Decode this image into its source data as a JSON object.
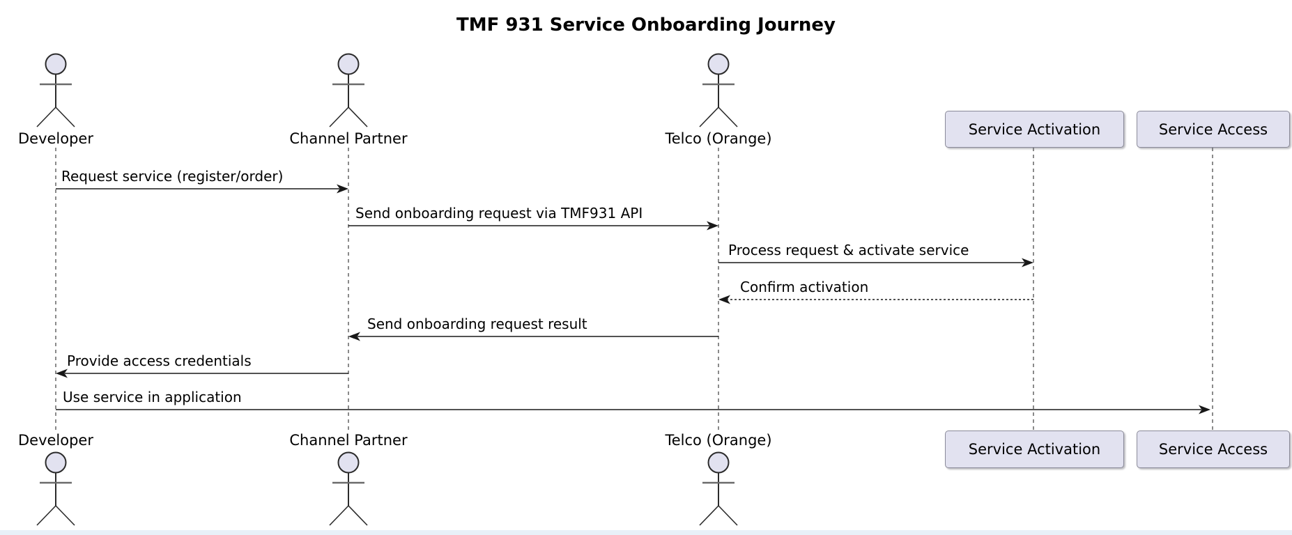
{
  "title": "TMF 931 Service Onboarding Journey",
  "diagram_type": "sequence",
  "actors": [
    {
      "name": "Developer",
      "kind": "actor"
    },
    {
      "name": "Channel Partner",
      "kind": "actor"
    },
    {
      "name": "Telco (Orange)",
      "kind": "actor"
    },
    {
      "name": "Service Activation",
      "kind": "participant"
    },
    {
      "name": "Service Access",
      "kind": "participant"
    }
  ],
  "messages": [
    {
      "from": "Developer",
      "to": "Channel Partner",
      "label": "Request service (register/order)",
      "style": "solid"
    },
    {
      "from": "Channel Partner",
      "to": "Telco (Orange)",
      "label": "Send onboarding request via TMF931 API",
      "style": "solid"
    },
    {
      "from": "Telco (Orange)",
      "to": "Service Activation",
      "label": "Process request & activate service",
      "style": "solid"
    },
    {
      "from": "Service Activation",
      "to": "Telco (Orange)",
      "label": "Confirm activation",
      "style": "dotted"
    },
    {
      "from": "Telco (Orange)",
      "to": "Channel Partner",
      "label": "Send onboarding request result",
      "style": "solid"
    },
    {
      "from": "Channel Partner",
      "to": "Developer",
      "label": "Provide access credentials",
      "style": "solid"
    },
    {
      "from": "Developer",
      "to": "Service Access",
      "label": "Use service in application",
      "style": "solid"
    }
  ],
  "colors": {
    "participant_fill": "#E2E2F0",
    "participant_border": "#8A8A99",
    "line": "#181818",
    "text": "#000000"
  }
}
